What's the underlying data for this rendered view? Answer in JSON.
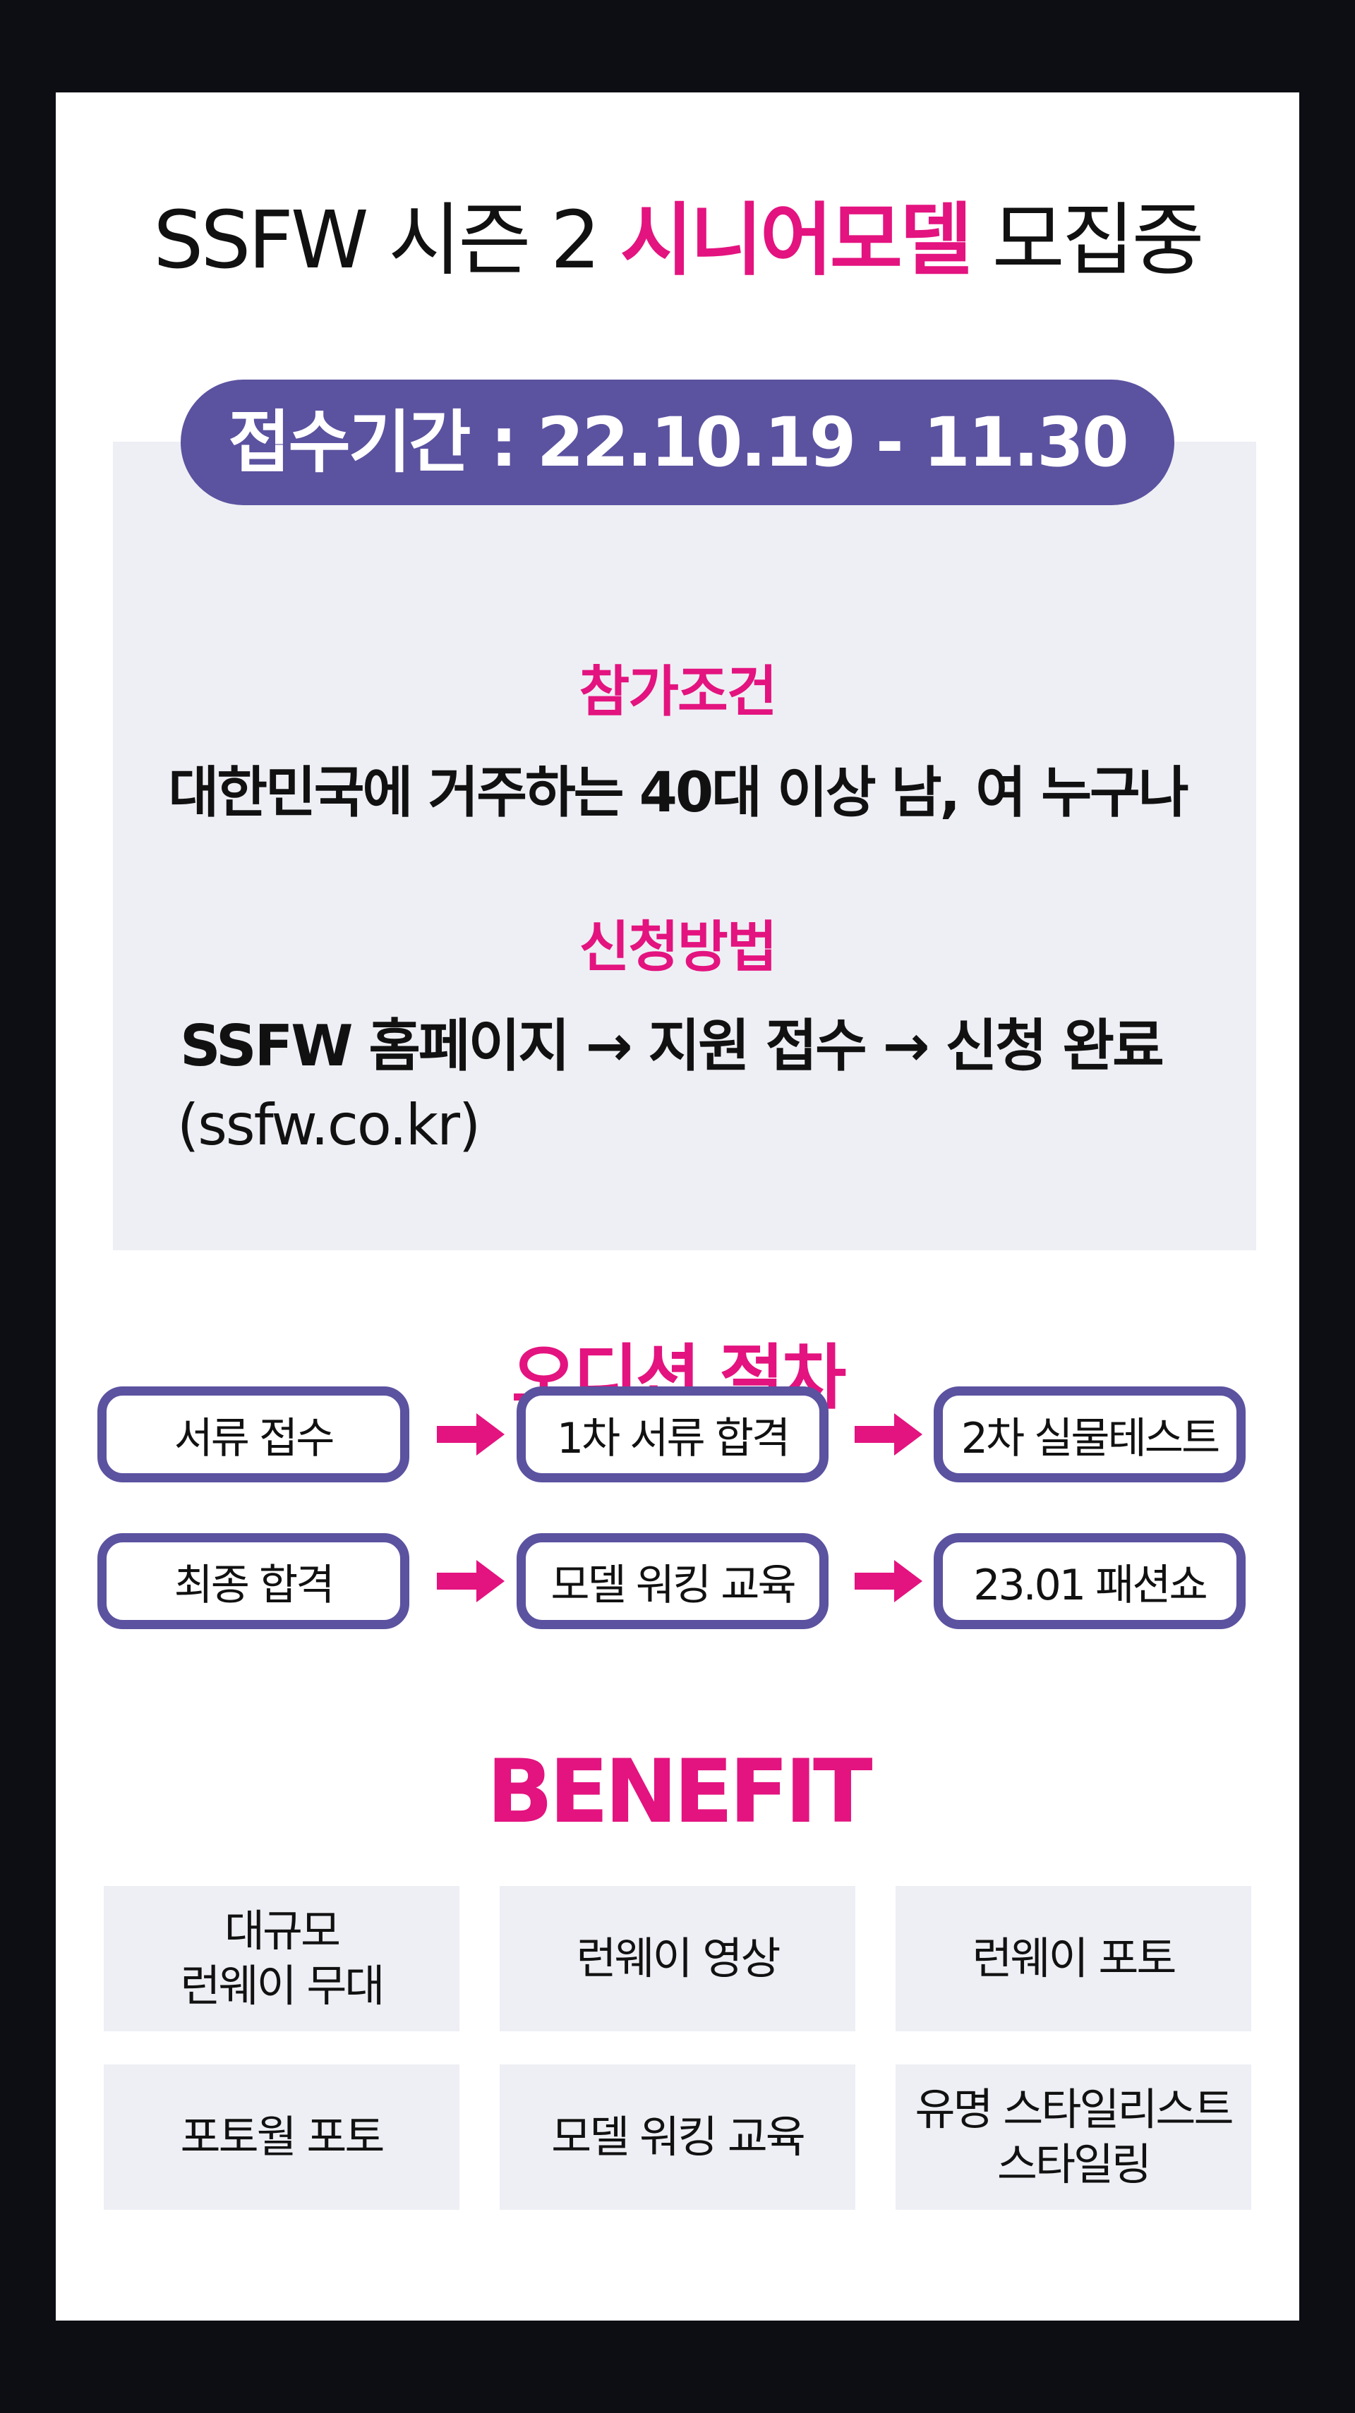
{
  "title": {
    "prefix": "SSFW 시즌 2 ",
    "highlight": "시니어모델",
    "suffix": " 모집중"
  },
  "period": {
    "label": "접수기간 : 22.10.19 - 11.30"
  },
  "eligibility": {
    "heading": "참가조건",
    "text": "대한민국에 거주하는 40대 이상 남, 여 누구나"
  },
  "application": {
    "heading": "신청방법",
    "steps_text": "SSFW 홈페이지 → 지원 접수 → 신청 완료",
    "url": "(ssfw.co.kr)"
  },
  "audition": {
    "heading": "오디션 절차",
    "steps": [
      "서류 접수",
      "1차 서류 합격",
      "2차 실물테스트",
      "최종 합격",
      "모델 워킹 교육",
      "23.01 패션쇼"
    ]
  },
  "benefit": {
    "heading": "BENEFIT",
    "items": [
      {
        "line1": "대규모",
        "line2": "런웨이 무대"
      },
      {
        "line1": "런웨이 영상",
        "line2": ""
      },
      {
        "line1": "런웨이 포토",
        "line2": ""
      },
      {
        "line1": "포토월 포토",
        "line2": ""
      },
      {
        "line1": "모델 워킹 교육",
        "line2": ""
      },
      {
        "line1": "유명 스타일리스트",
        "line2": "스타일링"
      }
    ]
  },
  "colors": {
    "accent_pink": "#e3137f",
    "accent_purple": "#5b52a0",
    "panel_gray": "#eeeff4",
    "frame_dark": "#0d0e14"
  },
  "icons": [
    "right-arrow-icon"
  ]
}
